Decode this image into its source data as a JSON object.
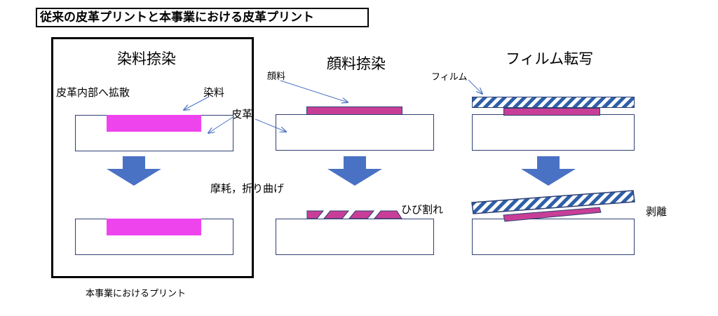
{
  "title": "従来の皮革プリントと本事業における皮革プリント",
  "columns": {
    "dye": {
      "header": "染料捺染"
    },
    "pigment": {
      "header": "顔料捺染"
    },
    "film": {
      "header": "フィルム転写"
    }
  },
  "labels": {
    "diffuse": "皮革内部へ拡散",
    "dye": "染料",
    "leather": "皮革",
    "pigment": "顔料",
    "film": "フィルム",
    "wear": "摩耗，折り曲げ",
    "crack": "ひび割れ",
    "peel": "剥離"
  },
  "caption": "本事業におけるプリント",
  "colors": {
    "dye": "#ee44ee",
    "pigment": "#c83e96",
    "arrow": "#4a72c4",
    "outline": "#2e3f73",
    "film_stripe": "#2e5fa8"
  }
}
